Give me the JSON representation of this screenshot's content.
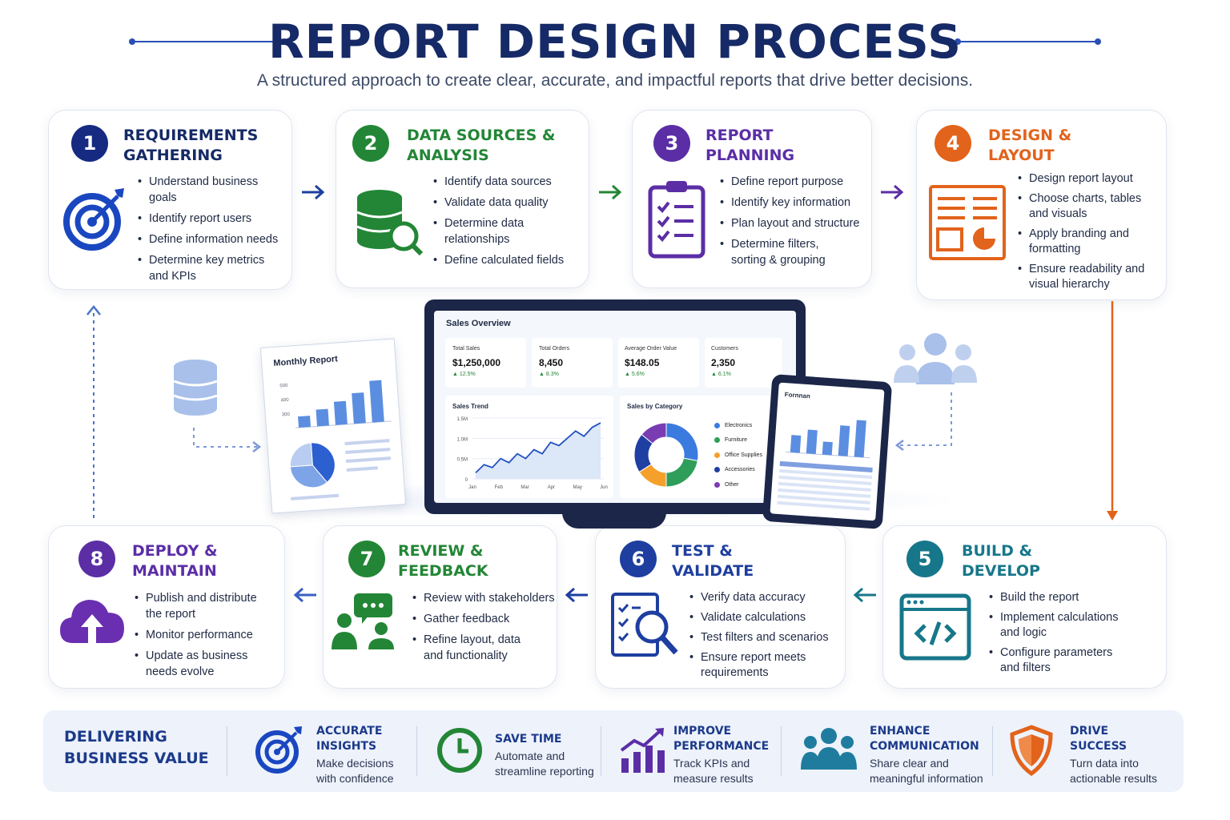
{
  "header": {
    "title": "REPORT DESIGN PROCESS",
    "subtitle": "A structured approach to create clear, accurate, and impactful reports that drive better decisions."
  },
  "colors": {
    "navy": "#152a66",
    "blue": "#1e3fa0",
    "green": "#238636",
    "purple": "#5b2ea6",
    "orange": "#e2631b",
    "teal": "#17778a"
  },
  "steps": [
    {
      "number": "1",
      "title": "REQUIREMENTS GATHERING",
      "icon": "target-icon",
      "bullets": [
        "Understand business goals",
        "Identify report users",
        "Define information needs",
        "Determine key metrics and KPIs"
      ]
    },
    {
      "number": "2",
      "title": "DATA SOURCES & ANALYSIS",
      "icon": "database-search-icon",
      "bullets": [
        "Identify data sources",
        "Validate data quality",
        "Determine data relationships",
        "Define calculated fields"
      ]
    },
    {
      "number": "3",
      "title": "REPORT PLANNING",
      "icon": "clipboard-checklist-icon",
      "bullets": [
        "Define report purpose",
        "Identify key information",
        "Plan layout and structure",
        "Determine filters, sorting & grouping"
      ]
    },
    {
      "number": "4",
      "title": "DESIGN & LAYOUT",
      "icon": "layout-chart-icon",
      "bullets": [
        "Design report layout",
        "Choose charts, tables and visuals",
        "Apply branding and formatting",
        "Ensure readability and visual hierarchy"
      ]
    },
    {
      "number": "5",
      "title": "BUILD & DEVELOP",
      "icon": "code-window-icon",
      "bullets": [
        "Build the report",
        "Implement calculations and logic",
        "Configure parameters and filters"
      ]
    },
    {
      "number": "6",
      "title": "TEST & VALIDATE",
      "icon": "checklist-magnifier-icon",
      "bullets": [
        "Verify data accuracy",
        "Validate calculations",
        "Test filters and scenarios",
        "Ensure report meets requirements"
      ]
    },
    {
      "number": "7",
      "title": "REVIEW & FEEDBACK",
      "icon": "feedback-people-icon",
      "bullets": [
        "Review with stakeholders",
        "Gather feedback",
        "Refine layout, data and functionality"
      ]
    },
    {
      "number": "8",
      "title": "DEPLOY & MAINTAIN",
      "icon": "cloud-upload-icon",
      "bullets": [
        "Publish and distribute the report",
        "Monitor performance",
        "Update as business needs evolve"
      ]
    }
  ],
  "dashboard": {
    "title": "Sales Overview",
    "kpis": [
      {
        "label": "Total Sales",
        "value": "$1,250,000",
        "change": "▲ 12.5%"
      },
      {
        "label": "Total Orders",
        "value": "8,450",
        "change": "▲ 8.3%"
      },
      {
        "label": "Average Order Value",
        "value": "$148.05",
        "change": "▲ 5.6%"
      },
      {
        "label": "Customers",
        "value": "2,350",
        "change": "▲ 6.1%"
      }
    ],
    "trend": {
      "title": "Sales Trend",
      "y_ticks": [
        "1.5M",
        "1.0M",
        "0.5M",
        "0"
      ],
      "months": [
        "Jan",
        "Feb",
        "Mar",
        "Apr",
        "May",
        "Jun"
      ],
      "values": [
        0.15,
        0.35,
        0.28,
        0.5,
        0.4,
        0.62,
        0.5,
        0.72,
        0.62,
        0.9,
        0.82,
        1.0,
        1.18,
        1.05,
        1.27,
        1.38
      ],
      "ymax": 1.5
    },
    "category": {
      "title": "Sales by Category",
      "items": [
        {
          "name": "Electronics",
          "share": 28,
          "color": "#3b7be0"
        },
        {
          "name": "Furniture",
          "share": 22,
          "color": "#2e9e5a"
        },
        {
          "name": "Office Supplies",
          "share": 16,
          "color": "#f5a02a"
        },
        {
          "name": "Accessories",
          "share": 20,
          "color": "#1f3fa3"
        },
        {
          "name": "Other",
          "share": 14,
          "color": "#7a3cb3"
        }
      ]
    }
  },
  "monthly_report": {
    "title": "Monthly Report",
    "y_ticks": [
      "500",
      "400",
      "300"
    ],
    "bars": [
      20,
      30,
      42,
      55,
      75
    ],
    "pie": [
      40,
      35,
      25
    ]
  },
  "tablet": {
    "title": "Fornnan",
    "bars": [
      40,
      55,
      30,
      70,
      85
    ]
  },
  "footer": {
    "title": "DELIVERING BUSINESS VALUE",
    "items": [
      {
        "head": "ACCURATE INSIGHTS",
        "desc": "Make decisions with confidence",
        "icon": "target-icon"
      },
      {
        "head": "SAVE TIME",
        "desc": "Automate and streamline reporting",
        "icon": "clock-icon"
      },
      {
        "head": "IMPROVE PERFORMANCE",
        "desc": "Track KPIs and measure results",
        "icon": "growth-chart-icon"
      },
      {
        "head": "ENHANCE COMMUNICATION",
        "desc": "Share clear and meaningful information",
        "icon": "team-icon"
      },
      {
        "head": "DRIVE SUCCESS",
        "desc": "Turn data into actionable results",
        "icon": "shield-icon"
      }
    ]
  }
}
